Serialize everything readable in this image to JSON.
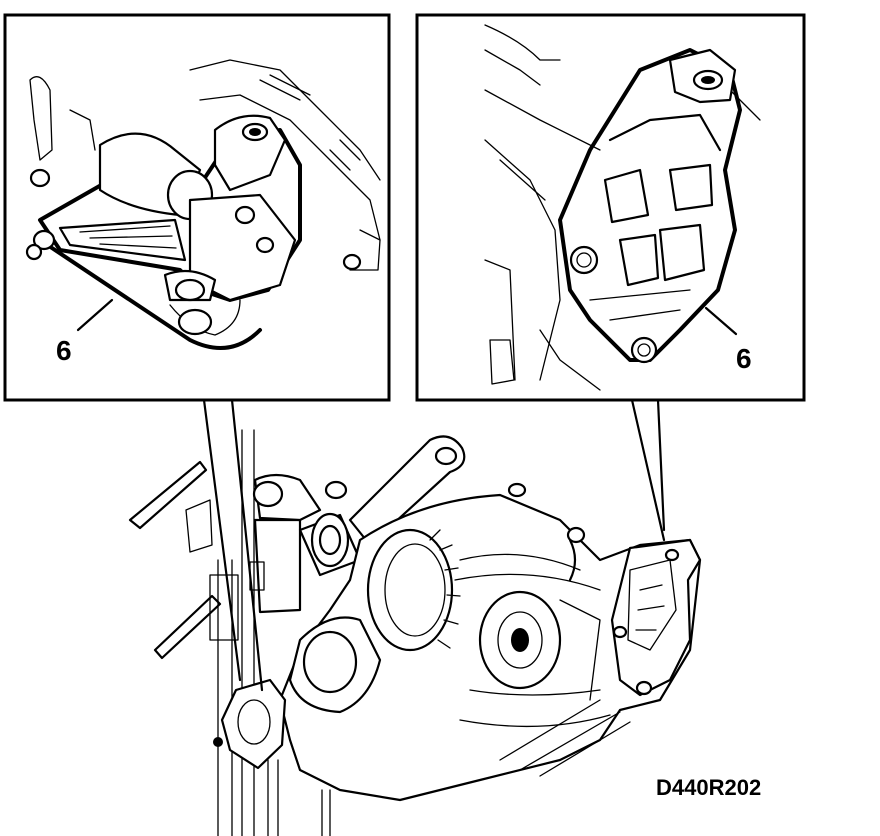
{
  "left_callout": "6",
  "right_callout": "6",
  "figure_code": "D440R202"
}
